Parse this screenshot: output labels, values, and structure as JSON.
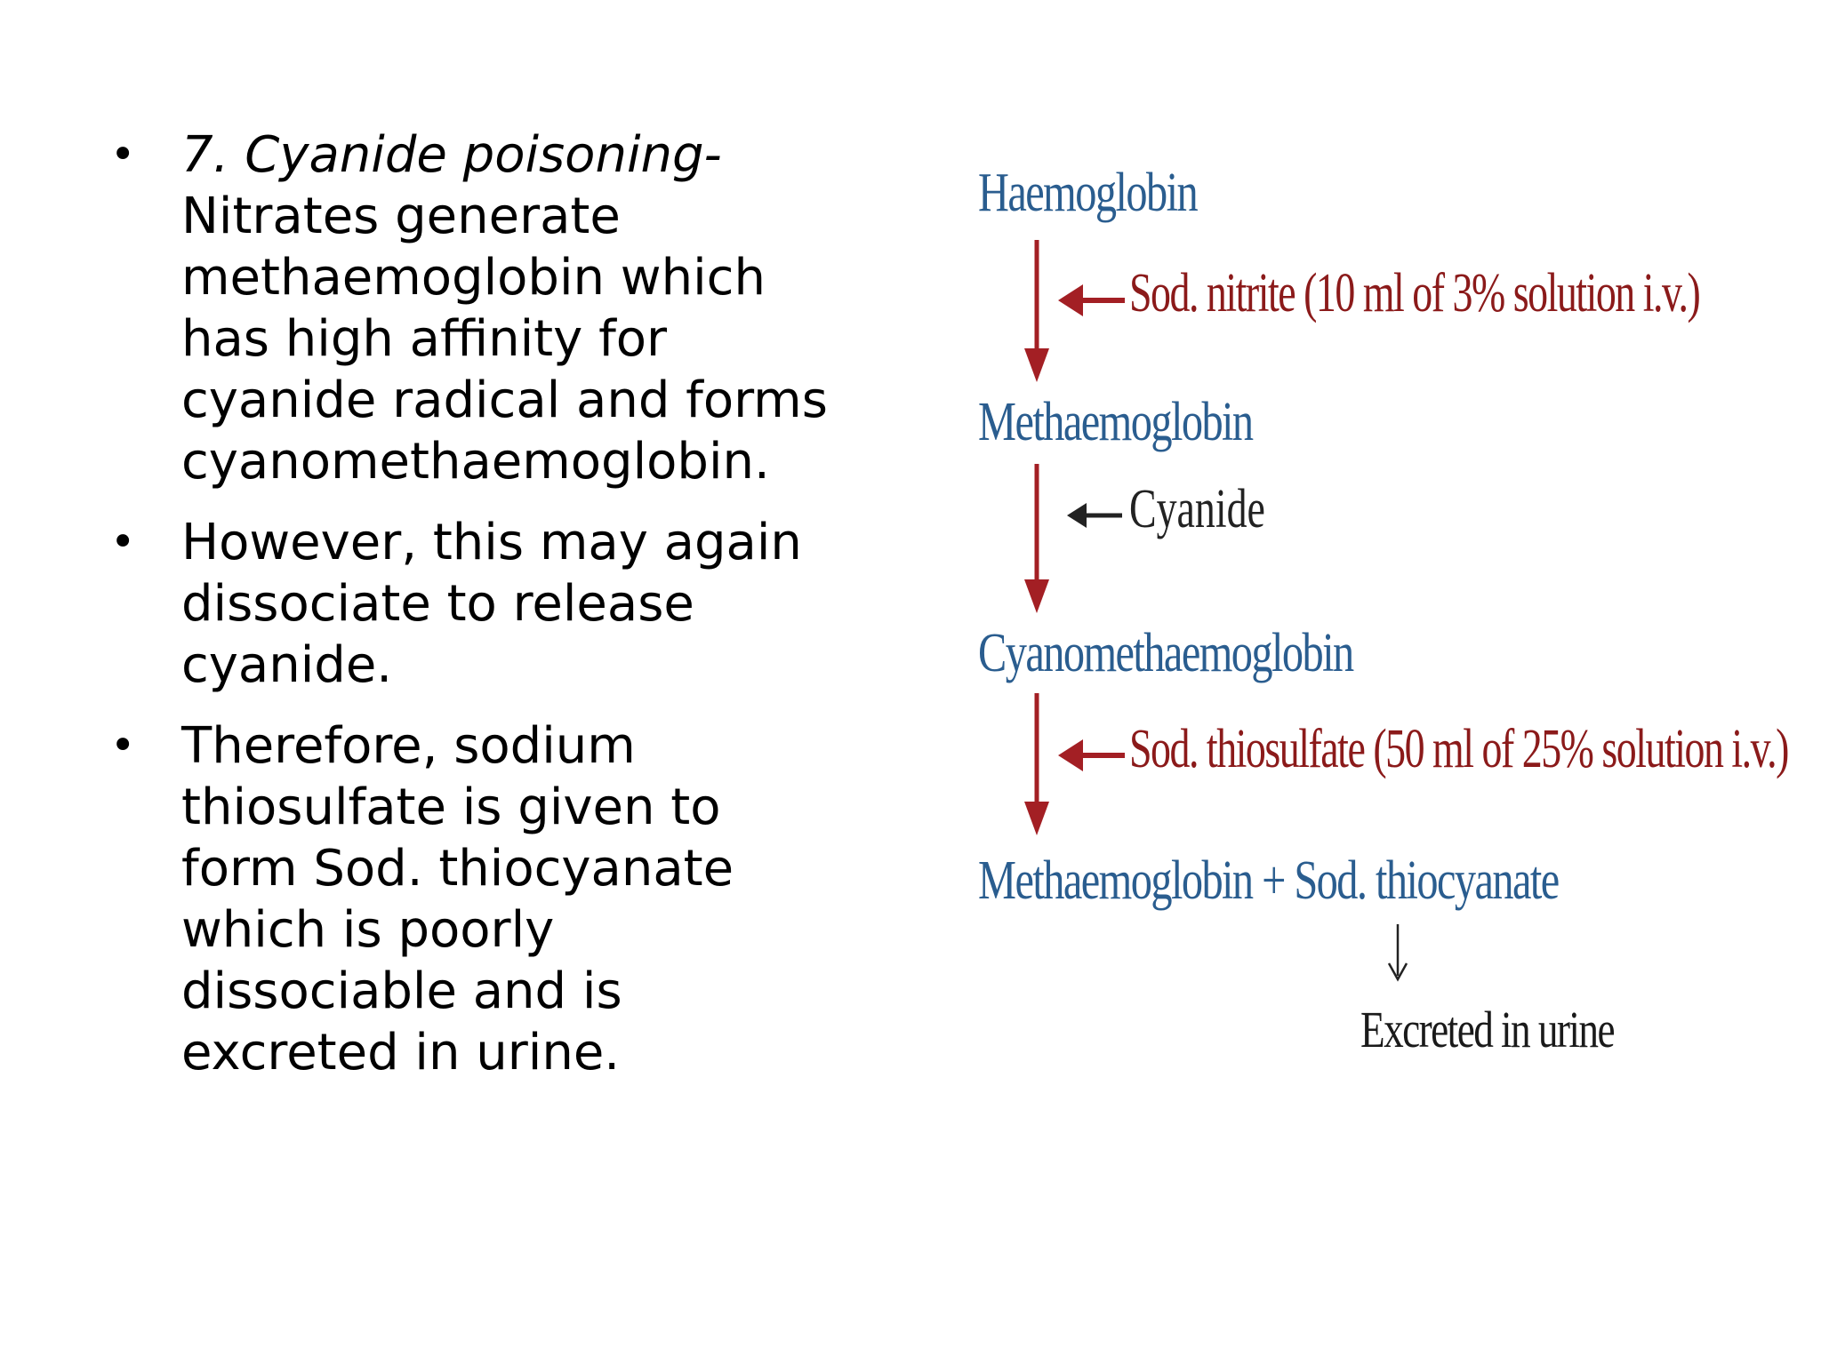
{
  "bullets": [
    {
      "italic_lead": "7. Cyanide poisoning-",
      "text": "Nitrates generate methaemoglobin which has high affinity for cyanide radical and forms cyanomethaemoglobin."
    },
    {
      "text": "However, this may again dissociate to release cyanide."
    },
    {
      "text": "Therefore, sodium thiosulfate is given to form Sod. thiocyanate which is poorly dissociable and is excreted in urine."
    }
  ],
  "diagram": {
    "nodes": {
      "haemoglobin": "Haemoglobin",
      "methaemoglobin": "Methaemoglobin",
      "cyanomethaemoglobin": "Cyanomethaemoglobin",
      "final": "Methaemoglobin + Sod. thiocyanate",
      "excreted": "Excreted in urine"
    },
    "reagents": {
      "step1": "Sod. nitrite (10 ml of 3% solution i.v.)",
      "step2": "Cyanide",
      "step3": "Sod. thiosulfate (50 ml of 25% solution i.v.)"
    },
    "colors": {
      "node_text": "#2a5d8f",
      "reagent_text": "#8b1a1a",
      "arrow": "#a31f24"
    }
  }
}
